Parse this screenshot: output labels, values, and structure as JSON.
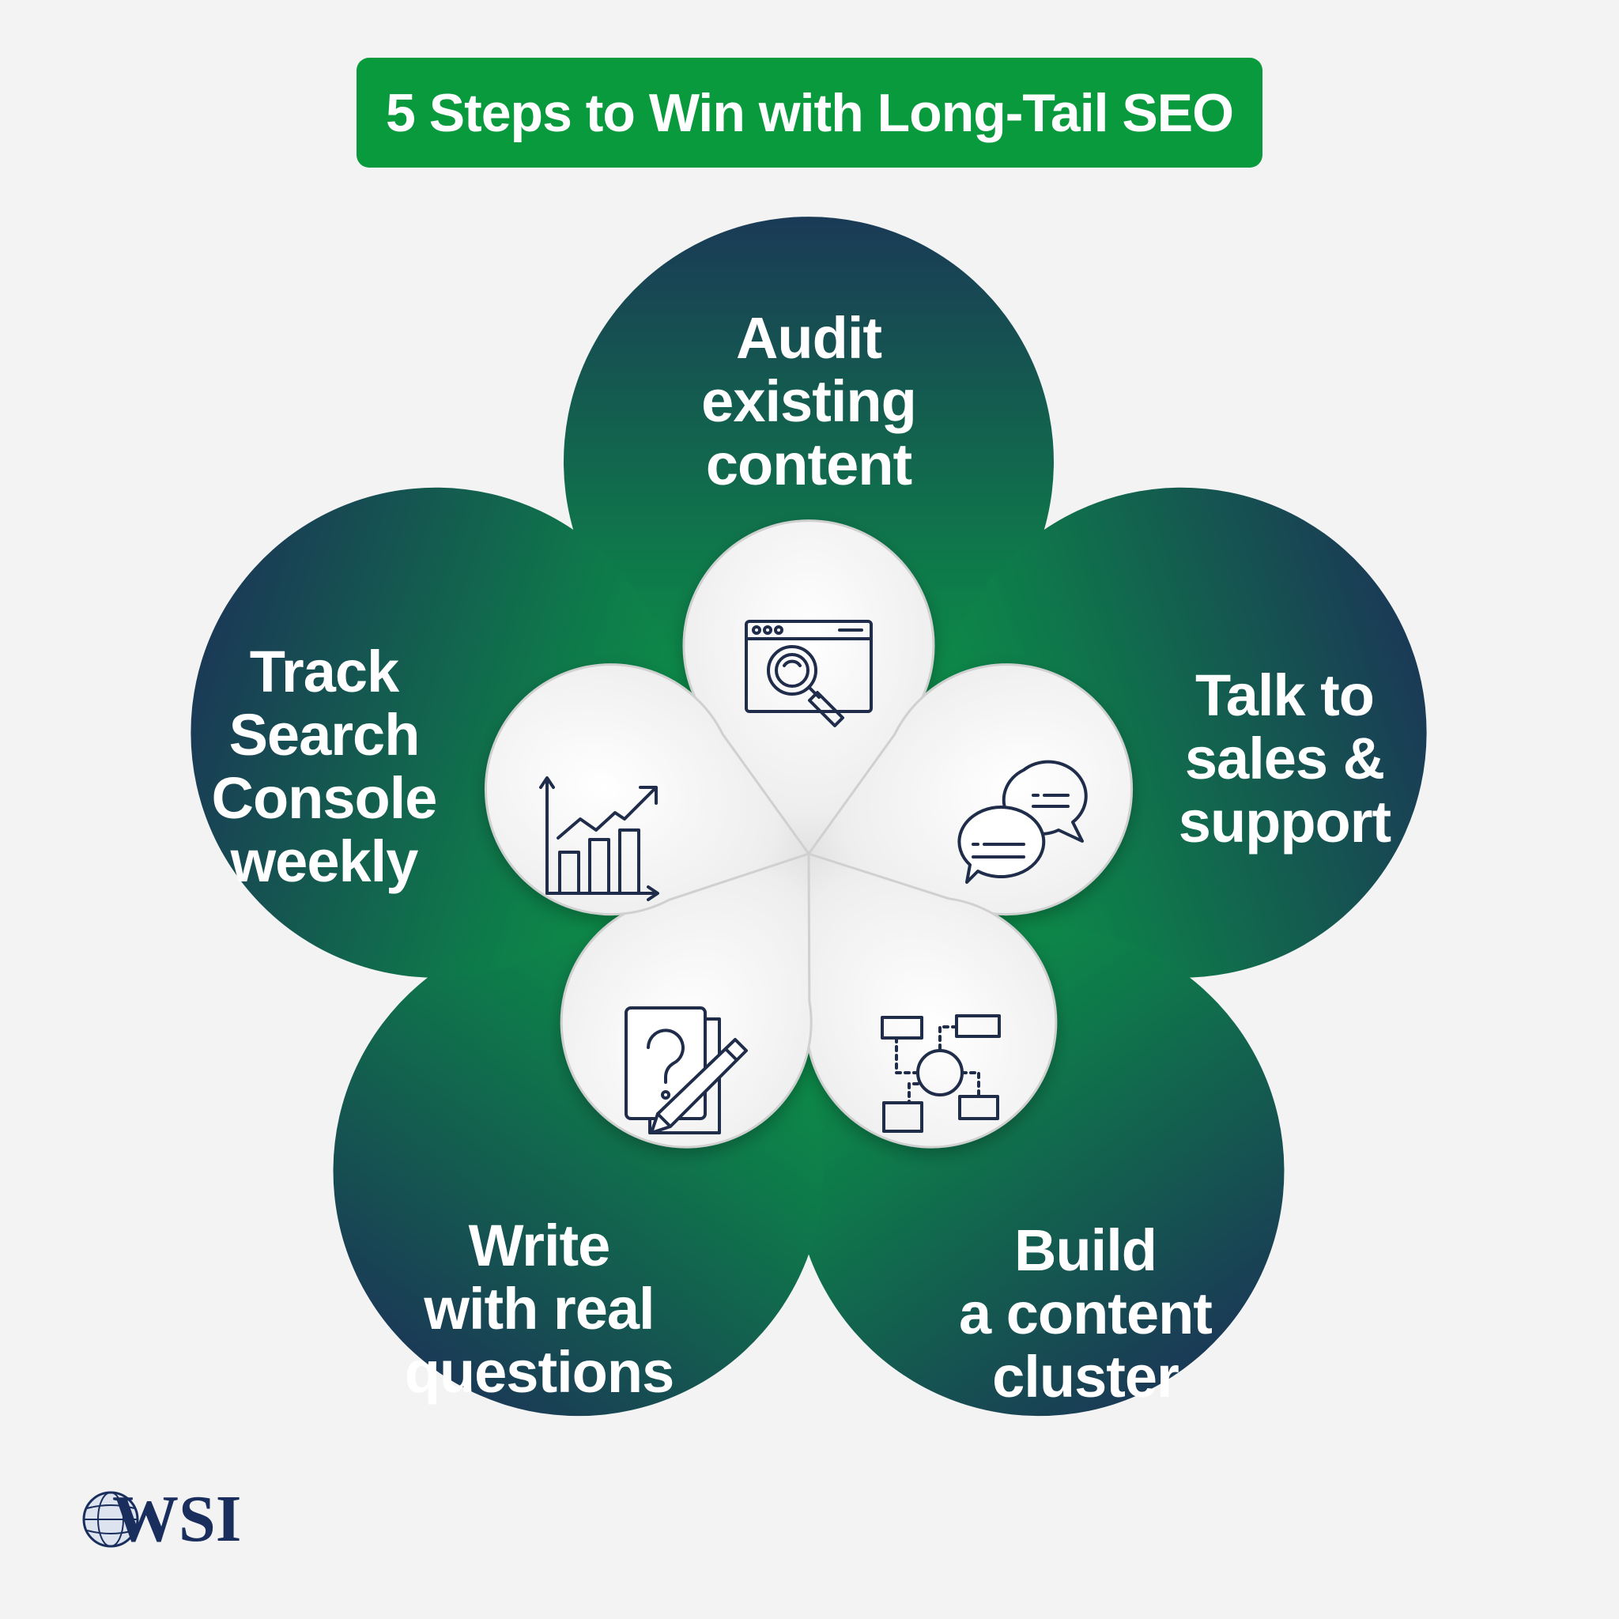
{
  "title": "5 Steps to Win with Long-Tail SEO",
  "colors": {
    "background": "#f3f3f3",
    "title_bg": "#0a9a3e",
    "petal_green": "#0aa145",
    "petal_navy": "#1a3a56",
    "icon_stroke": "#1f2d4a",
    "logo_navy": "#1a2e5e"
  },
  "steps": [
    {
      "label_lines": [
        "Audit",
        "existing",
        "content"
      ],
      "icon": "browser-magnifier-icon"
    },
    {
      "label_lines": [
        "Talk to",
        "sales &",
        "support"
      ],
      "icon": "chat-bubbles-icon"
    },
    {
      "label_lines": [
        "Build",
        "a content",
        "cluster"
      ],
      "icon": "flowchart-icon"
    },
    {
      "label_lines": [
        "Write",
        "with real",
        "questions"
      ],
      "icon": "question-document-pencil-icon"
    },
    {
      "label_lines": [
        "Track",
        "Search",
        "Console",
        "weekly"
      ],
      "icon": "growth-chart-icon"
    }
  ],
  "logo": {
    "text": "WSI"
  }
}
